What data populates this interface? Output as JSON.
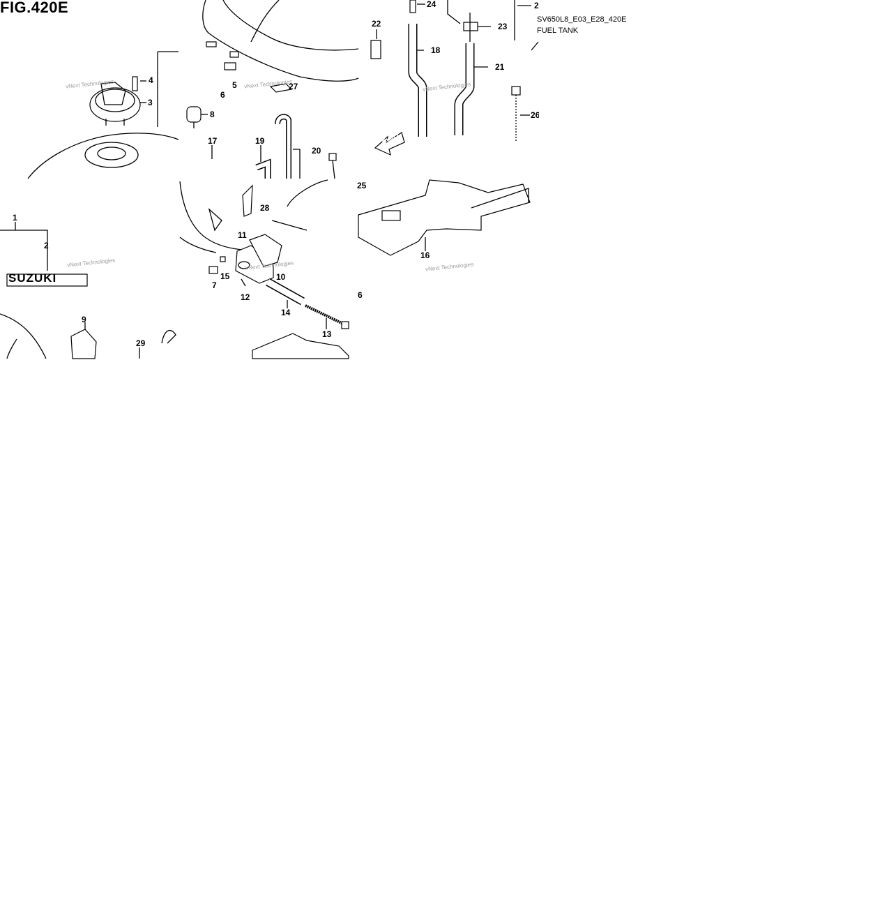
{
  "header": {
    "title": "FIG.420E",
    "diagram_code": "SV650L8_E03_E28_420E",
    "description": "FUEL TANK"
  },
  "labels": {
    "fwd": "FWD",
    "brand": "SUZUKI",
    "watermark": "vNext Technologies"
  },
  "callouts": [
    {
      "id": "c1",
      "text": "1"
    },
    {
      "id": "c2",
      "text": "2"
    },
    {
      "id": "c3",
      "text": "3"
    },
    {
      "id": "c4",
      "text": "4"
    },
    {
      "id": "c5",
      "text": "5"
    },
    {
      "id": "c6",
      "text": "6"
    },
    {
      "id": "c6b",
      "text": "6"
    },
    {
      "id": "c7",
      "text": "7"
    },
    {
      "id": "c8",
      "text": "8"
    },
    {
      "id": "c9",
      "text": "9"
    },
    {
      "id": "c10",
      "text": "10"
    },
    {
      "id": "c11",
      "text": "11"
    },
    {
      "id": "c12",
      "text": "12"
    },
    {
      "id": "c13",
      "text": "13"
    },
    {
      "id": "c14",
      "text": "14"
    },
    {
      "id": "c15",
      "text": "15"
    },
    {
      "id": "c16",
      "text": "16"
    },
    {
      "id": "c17",
      "text": "17"
    },
    {
      "id": "c18",
      "text": "18"
    },
    {
      "id": "c19",
      "text": "19"
    },
    {
      "id": "c20",
      "text": "20"
    },
    {
      "id": "c21",
      "text": "21"
    },
    {
      "id": "c22",
      "text": "22"
    },
    {
      "id": "c23",
      "text": "23"
    },
    {
      "id": "c24",
      "text": "24"
    },
    {
      "id": "c25",
      "text": "25"
    },
    {
      "id": "c26",
      "text": "26"
    },
    {
      "id": "c27",
      "text": "27"
    },
    {
      "id": "c28",
      "text": "28"
    },
    {
      "id": "c29",
      "text": "29"
    },
    {
      "id": "c2b",
      "text": "2"
    }
  ]
}
